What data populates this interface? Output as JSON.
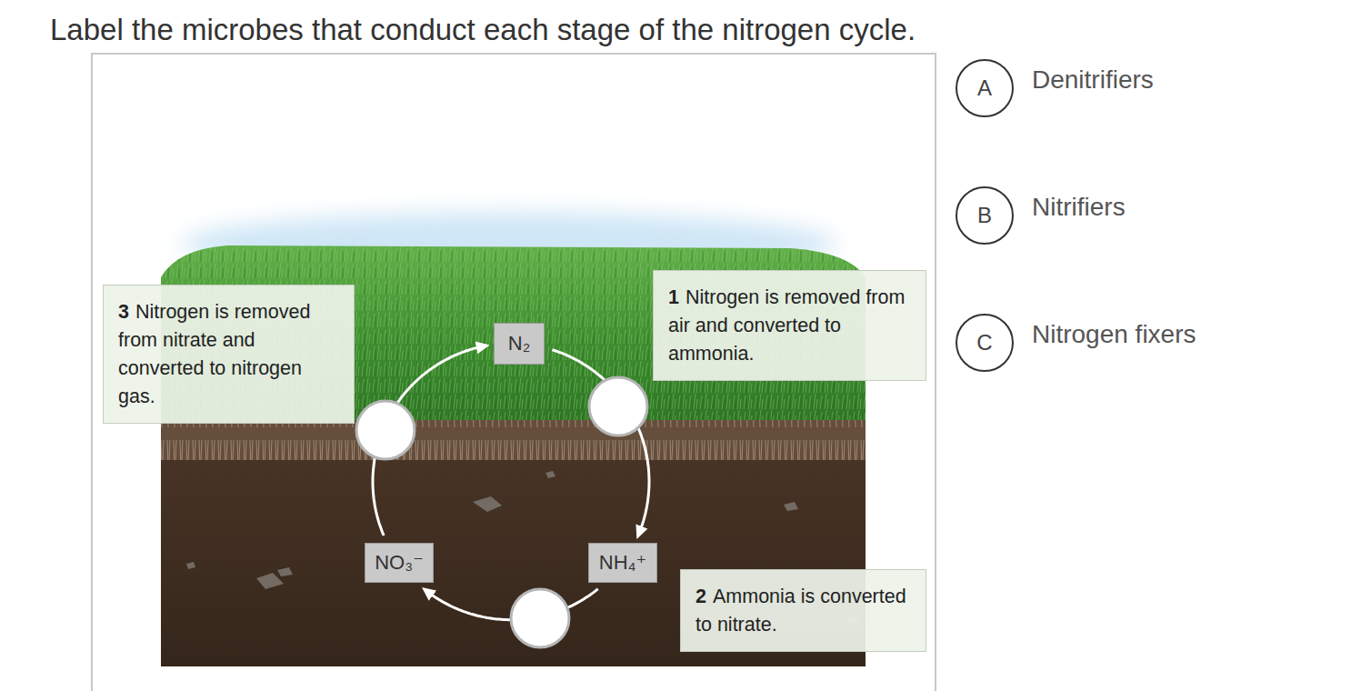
{
  "diagram": {
    "title": "Label the microbes that conduct each stage of the nitrogen cycle.",
    "nodes": [
      {
        "text": [
          "3",
          "Nitrogen is removed from nitrate and converted to nitrogen gas."
        ]
      },
      {
        "text": [
          "N₂"
        ]
      },
      {
        "text": [
          "1",
          "Nitrogen is removed from air and converted to ammonia."
        ]
      },
      {
        "text": [
          "NO₃⁻"
        ]
      },
      {
        "text": [
          "NH₄⁺"
        ]
      },
      {
        "text": [
          "2",
          "Ammonia is converted to nitrate."
        ]
      },
      {
        "text": [
          "A",
          "Denitrifiers"
        ]
      },
      {
        "text": [
          "B",
          "Nitrifiers"
        ]
      },
      {
        "text": [
          "C",
          "Nitrogen fixers"
        ]
      }
    ],
    "edges": [
      {
        "from": 1,
        "to": 4,
        "arrow": "to"
      },
      {
        "from": 4,
        "to": 3,
        "arrow": "to"
      },
      {
        "from": 3,
        "to": 1,
        "arrow": "to"
      }
    ]
  }
}
